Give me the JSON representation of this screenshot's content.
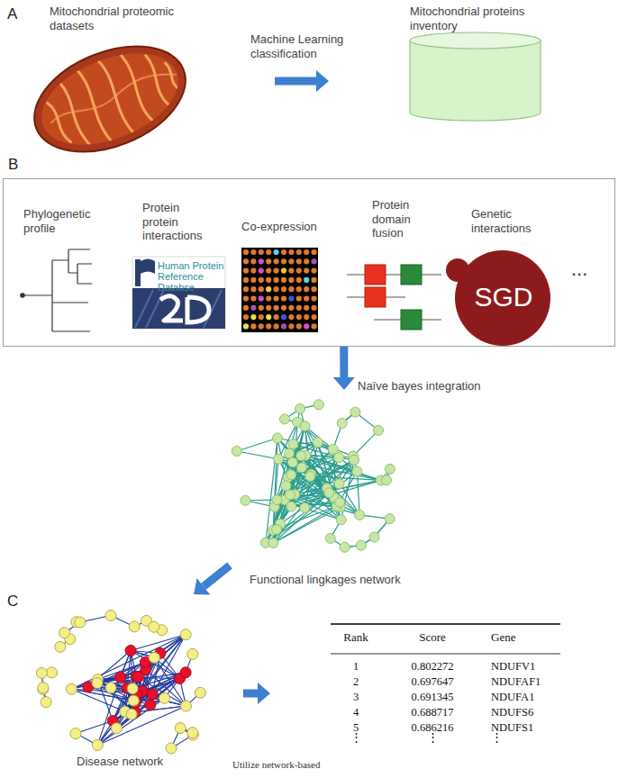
{
  "diagram": {
    "nodes": [
      {
        "text": [
          "Mitochondrial proteomic datasets"
        ]
      },
      {
        "text": [
          "Mitochondrial proteins inventory"
        ]
      },
      {
        "text": [
          "B"
        ]
      },
      {
        "text": [
          "Phylogenetic profile"
        ],
        "in": 2
      },
      {
        "text": [
          "Protein protein interactions",
          "Human Protein Reference Databse"
        ],
        "in": 2
      },
      {
        "text": [
          "Co-expression"
        ],
        "in": 2
      },
      {
        "text": [
          "Protein domain fusion"
        ],
        "in": 2
      },
      {
        "text": [
          "Genetic interactions",
          "SGD"
        ],
        "in": 2
      },
      {
        "text": [
          "Functional lingkages network"
        ]
      },
      {
        "text": [
          "Disease network"
        ]
      },
      {
        "text": [
          "Rank",
          "Score",
          "Gene",
          "1",
          "0.802272",
          "NDUFV1",
          "2",
          "0.697647",
          "NDUFAF1",
          "3",
          "0.691345",
          "NDUFA1",
          "4",
          "0.688717",
          "NDUFS6",
          "5",
          "0.686216",
          "NDUFS1",
          "⋮",
          "⋮",
          "⋮"
        ]
      }
    ],
    "edges": [
      {
        "from": 0,
        "to": 1,
        "arrow": "to",
        "label": "Machine Learning classification"
      },
      {
        "from": 2,
        "to": 8,
        "arrow": "to",
        "label": "Naïve bayes integration"
      },
      {
        "from": 8,
        "to": 9,
        "arrow": "to"
      },
      {
        "from": 9,
        "to": 10,
        "arrow": "to"
      }
    ],
    "labels": [
      "A",
      "...",
      "C",
      "Utilize network-based"
    ]
  }
}
